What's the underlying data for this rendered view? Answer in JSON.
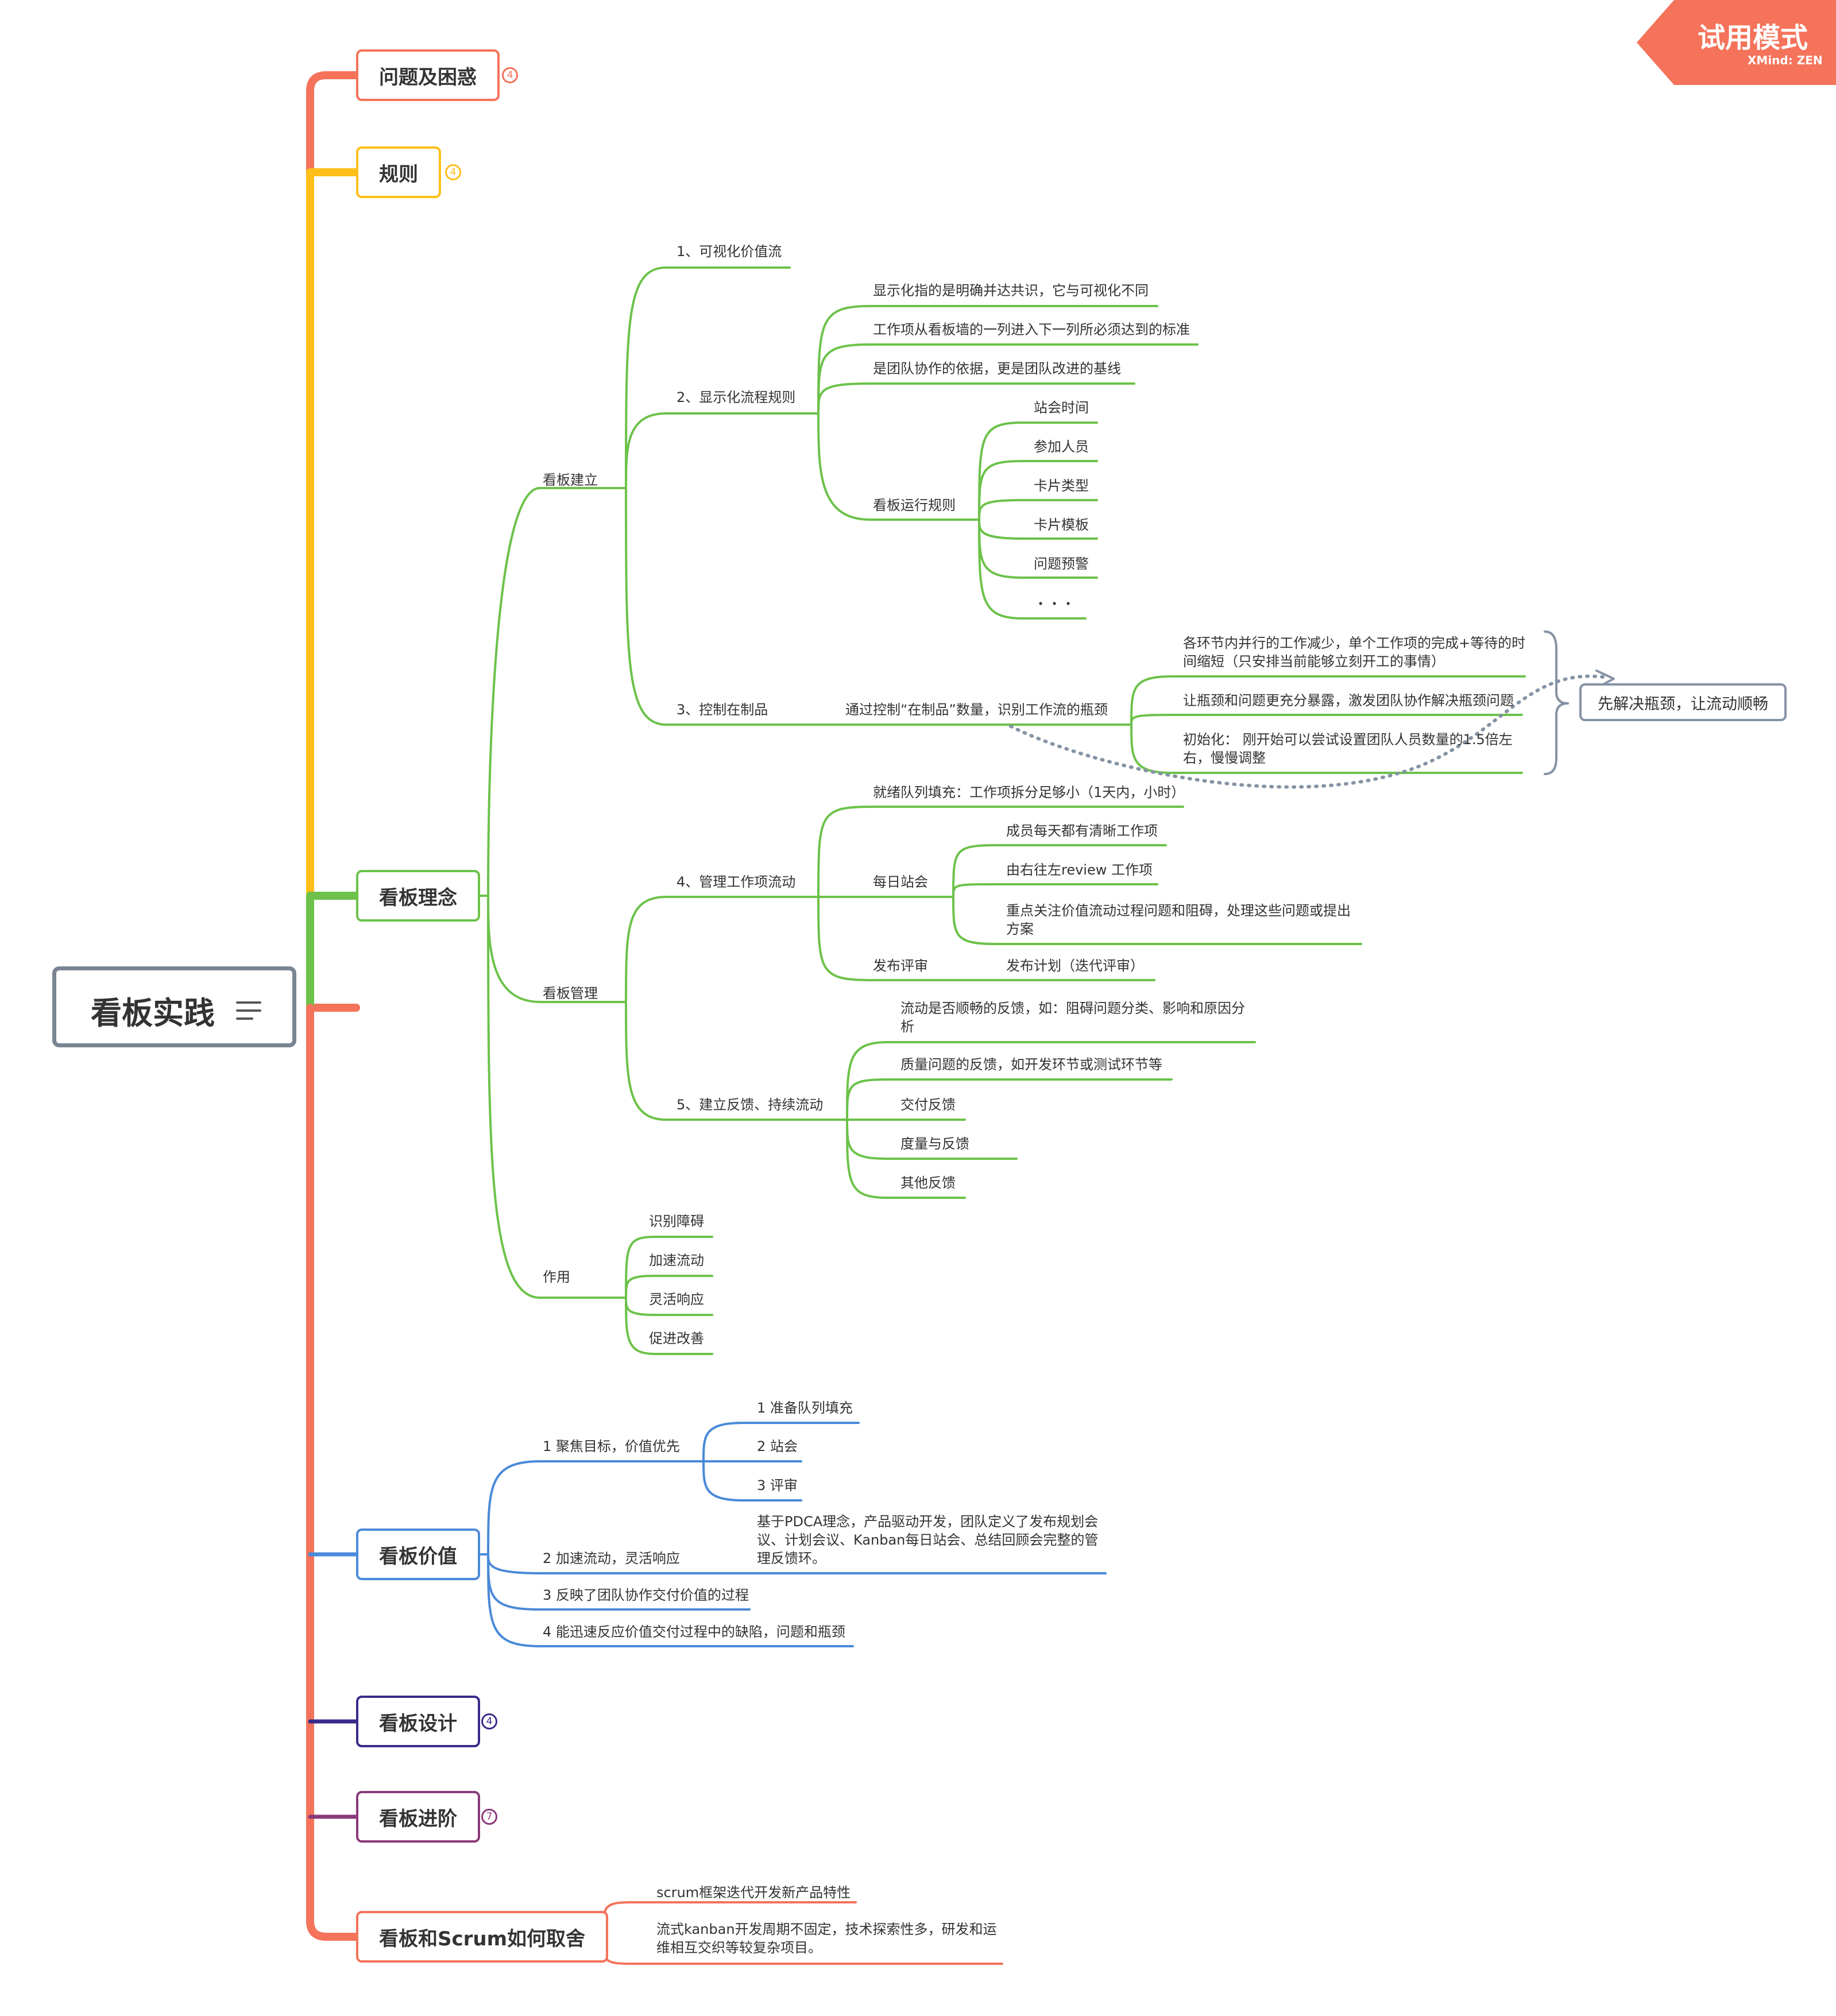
{
  "watermark": {
    "title": "试用模式",
    "brand": "XMind: ZEN",
    "color": "#f4735a"
  },
  "root": {
    "title": "看板实践",
    "menu_icon": "menu-lines-icon"
  },
  "colors": {
    "problems": "#f4735a",
    "rules": "#ffbe1a",
    "concept": "#6cc24a",
    "value": "#4a8ad8",
    "design": "#3a2a8a",
    "advanced": "#8a3a7a",
    "scrum": "#f4735a",
    "root_border": "#7a8593",
    "dotted": "#8593a4"
  },
  "main_topics": {
    "problems": {
      "label": "问题及困惑",
      "count": "4"
    },
    "rules": {
      "label": "规则",
      "count": "4"
    },
    "concept": {
      "label": "看板理念"
    },
    "value": {
      "label": "看板价值"
    },
    "design": {
      "label": "看板设计",
      "count": "4"
    },
    "advanced": {
      "label": "看板进阶",
      "count": "7"
    },
    "scrum": {
      "label": "看板和Scrum如何取舍"
    }
  },
  "concept": {
    "build": {
      "label": "看板建立",
      "visualize": "1、可视化价值流",
      "explicit_rules": {
        "label": "2、显示化流程规则",
        "items": [
          "显示化指的是明确并达共识，它与可视化不同",
          "工作项从看板墙的一列进入下一列所必须达到的标准",
          "是团队协作的依据，更是团队改进的基线"
        ],
        "run_rules": {
          "label": "看板运行规则",
          "items": [
            "站会时间",
            "参加人员",
            "卡片类型",
            "卡片模板",
            "问题预警",
            "・・・"
          ]
        }
      },
      "wip": {
        "label": "3、控制在制品",
        "sub": "通过控制“在制品”数量，识别工作流的瓶颈",
        "items": [
          "各环节内并行的工作减少，单个工作项的完成+等待的时间缩短（只安排当前能够立刻开工的事情）",
          "让瓶颈和问题更充分暴露，激发团队协作解决瓶颈问题",
          "初始化： 刚开始可以尝试设置团队人员数量的1.5倍左右，慢慢调整"
        ],
        "summary": "先解决瓶颈，让流动顺畅"
      }
    },
    "manage": {
      "label": "看板管理",
      "flow": {
        "label": "4、管理工作项流动",
        "ready": "就绪队列填充：工作项拆分足够小（1天内，小时）",
        "standup": {
          "label": "每日站会",
          "items": [
            "成员每天都有清晰工作项",
            "由右往左review 工作项",
            "重点关注价值流动过程问题和阻碍，处理这些问题或提出方案"
          ]
        },
        "release": {
          "label": "发布评审",
          "item": "发布计划（迭代评审）"
        }
      },
      "feedback": {
        "label": "5、建立反馈、持续流动",
        "items": [
          "流动是否顺畅的反馈，如：阻碍问题分类、影响和原因分析",
          "质量问题的反馈，如开发环节或测试环节等",
          "交付反馈",
          "度量与反馈",
          "其他反馈"
        ]
      }
    },
    "effect": {
      "label": "作用",
      "items": [
        "识别障碍",
        "加速流动",
        "灵活响应",
        "促进改善"
      ]
    }
  },
  "value": {
    "focus": {
      "label": "1 聚焦目标，价值优先",
      "items": [
        "1 准备队列填充",
        "2 站会",
        "3 评审"
      ]
    },
    "speed": {
      "label": "2 加速流动，灵活响应",
      "item": "基于PDCA理念，产品驱动开发，团队定义了发布规划会议、计划会议、Kanban每日站会、总结回顾会完整的管理反馈环。"
    },
    "reflect": "3 反映了团队协作交付价值的过程",
    "expose": "4 能迅速反应价值交付过程中的缺陷，问题和瓶颈"
  },
  "scrum": {
    "items": [
      "scrum框架迭代开发新产品特性",
      "流式kanban开发周期不固定，技术探索性多，研发和运维相互交织等较复杂项目。"
    ]
  }
}
